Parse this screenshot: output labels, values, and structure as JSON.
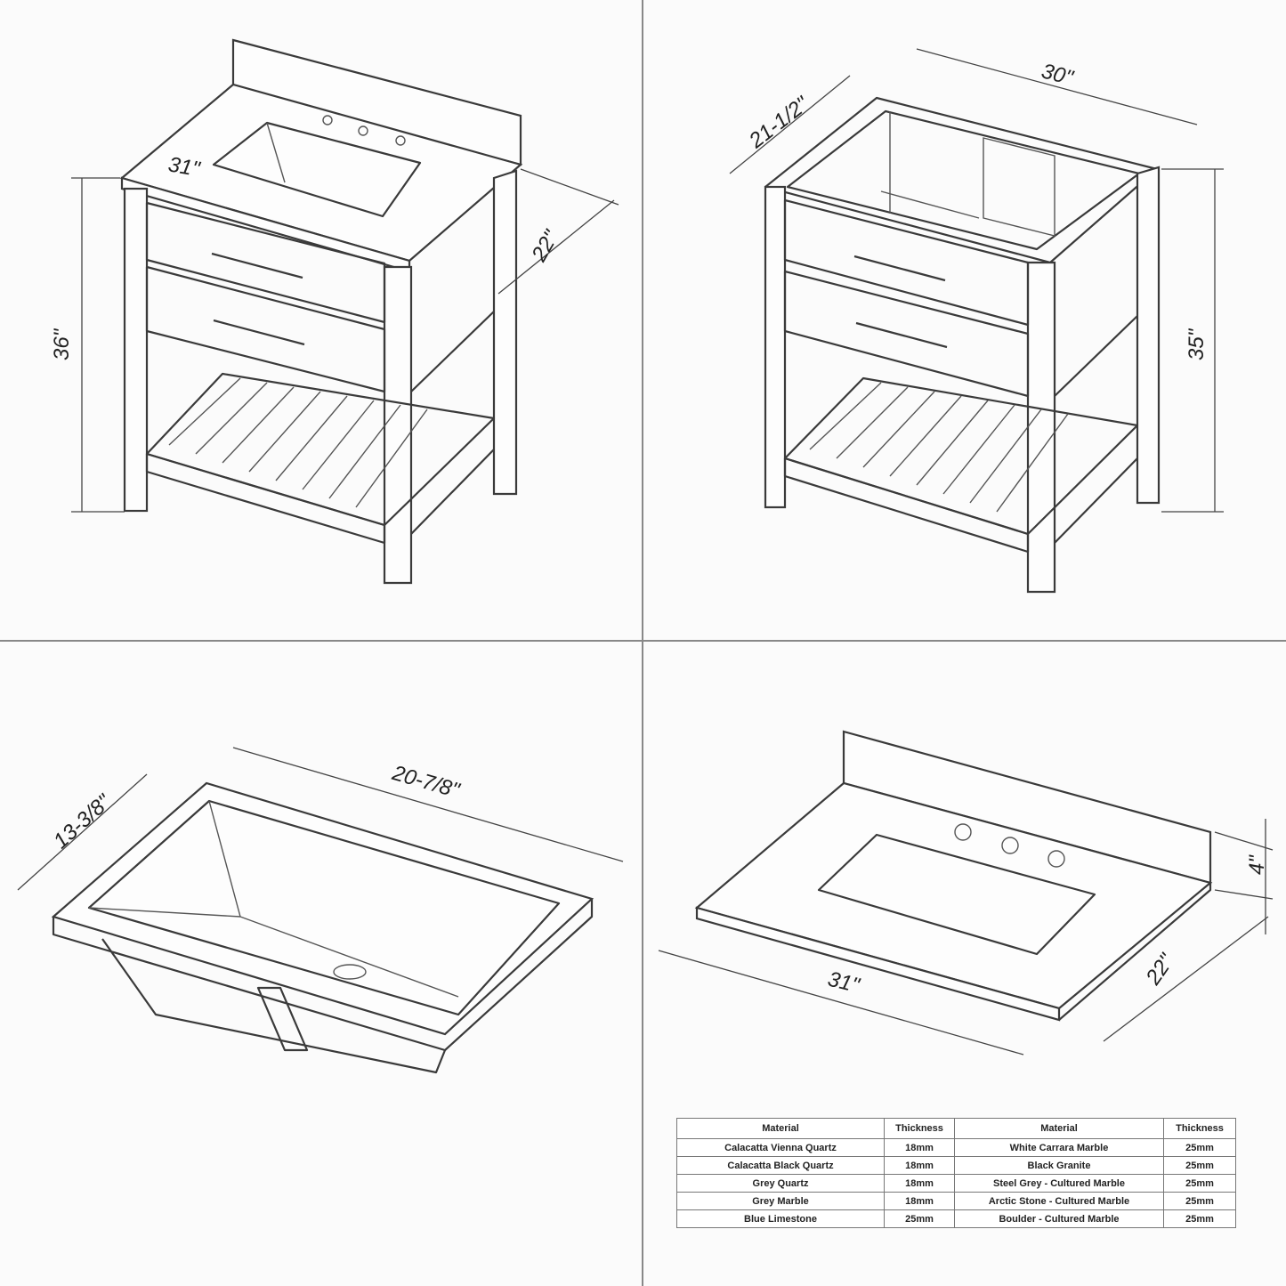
{
  "views": {
    "vanity_with_top": {
      "width": "31\"",
      "depth": "22\"",
      "height": "36\""
    },
    "vanity_base": {
      "width": "30\"",
      "depth": "21-1/2\"",
      "height": "35\""
    },
    "sink": {
      "length": "20-7/8\"",
      "width": "13-3/8\""
    },
    "countertop": {
      "width": "31\"",
      "depth": "22\"",
      "backsplash": "4\""
    }
  },
  "materials_table": {
    "headers": [
      "Material",
      "Thickness",
      "Material",
      "Thickness"
    ],
    "rows": [
      [
        "Calacatta Vienna Quartz",
        "18mm",
        "White Carrara Marble",
        "25mm"
      ],
      [
        "Calacatta Black Quartz",
        "18mm",
        "Black Granite",
        "25mm"
      ],
      [
        "Grey Quartz",
        "18mm",
        "Steel Grey - Cultured Marble",
        "25mm"
      ],
      [
        "Grey Marble",
        "18mm",
        "Arctic Stone - Cultured Marble",
        "25mm"
      ],
      [
        "Blue Limestone",
        "25mm",
        "Boulder - Cultured Marble",
        "25mm"
      ]
    ]
  }
}
